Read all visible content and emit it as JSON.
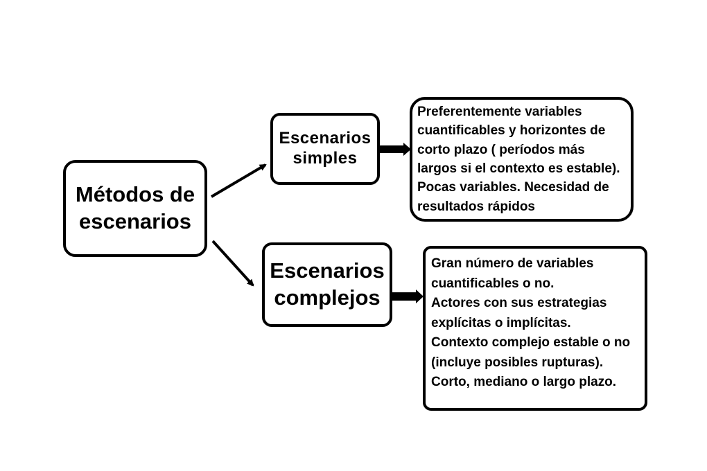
{
  "root": {
    "line1": "Métodos de",
    "line2": "escenarios"
  },
  "branches": [
    {
      "title_line1": "Escenarios",
      "title_line2": "simples",
      "description": "Preferentemente variables\ncuantificables y horizontes de\ncorto plazo ( períodos más\nlargos si el contexto es estable).\nPocas variables. Necesidad de\nresultados rápidos"
    },
    {
      "title_line1": "Escenarios",
      "title_line2": "complejos",
      "description": "Gran número de variables\ncuantificables o no.\nActores con sus estrategias\nexplícitas o implícitas.\nContexto complejo estable o no\n(incluye posibles rupturas).\nCorto, mediano o largo plazo."
    }
  ]
}
